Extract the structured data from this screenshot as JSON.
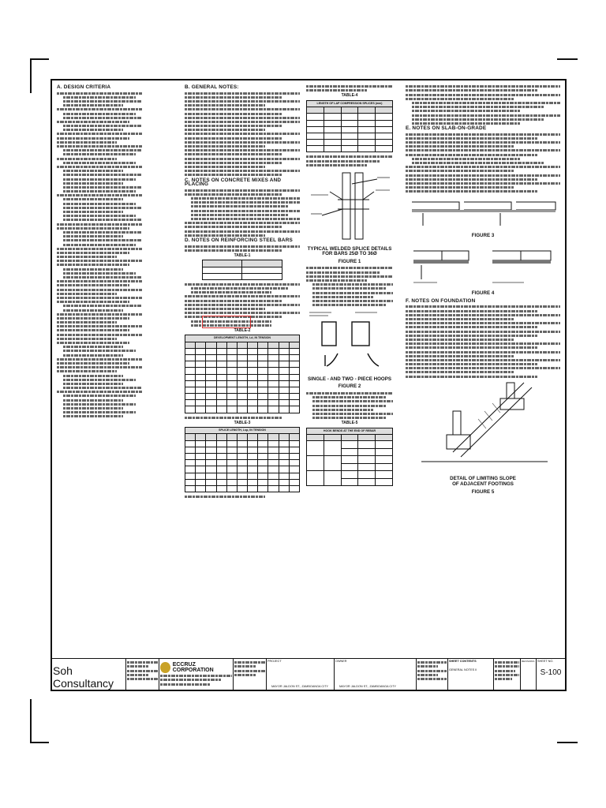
{
  "sections": {
    "a": "A. DESIGN CRITERIA",
    "b": "B. GENERAL NOTES:",
    "c": "C. NOTES ON CONCRETE MIXES AND PLACING",
    "d": "D. NOTES ON REINFORCING STEEL BARS",
    "e": "E. NOTES ON SLAB-ON-GRADE",
    "f": "F. NOTES ON FOUNDATION"
  },
  "tables": {
    "t1": "TABLE-1",
    "t2": "TABLE-2",
    "t2sub": "DEVELOPMENT LENGTH, Ld, IN TENSION",
    "t3": "TABLE-3",
    "t3sub": "SPLICE LENGTH, Lsp, IN TENSION",
    "t4": "TABLE-4",
    "t4sub": "LENGTH OF LAP COMPRESSION SPLICES (mm)",
    "t5": "TABLE-5",
    "t5sub": "HOOK BENDS AT THE END OF REBAR"
  },
  "figures": {
    "f1a": "TYPICAL WELDED SPLICE DETAILS",
    "f1b": "FOR BARS 25Ø TO 36Ø",
    "f1": "FIGURE 1",
    "f2a": "SINGLE - AND TWO - PIECE HOOPS",
    "f2": "FIGURE 2",
    "f3": "FIGURE 3",
    "f4": "FIGURE 4",
    "f5a": "DETAIL OF LIMITING SLOPE",
    "f5b": "OF ADJACENT FOOTINGS",
    "f5": "FIGURE 5"
  },
  "titleblock": {
    "consultant": "Soh Consultancy Inc.",
    "company": "ECCRUZ CORPORATION",
    "address1": "MAYOR JALDON ST., ZAMBOANGA CITY",
    "address2": "MAYOR JALDON ST., ZAMBOANGA CITY",
    "sheet_contents_label": "SHEET CONTENTS",
    "sheet_contents": "GENERAL NOTES II",
    "sheet_no_label": "SHEET NO.",
    "sheet_no": "S-100",
    "project_label": "PROJECT",
    "owner_label": "OWNER",
    "revisions_label": "REVISIONS"
  }
}
